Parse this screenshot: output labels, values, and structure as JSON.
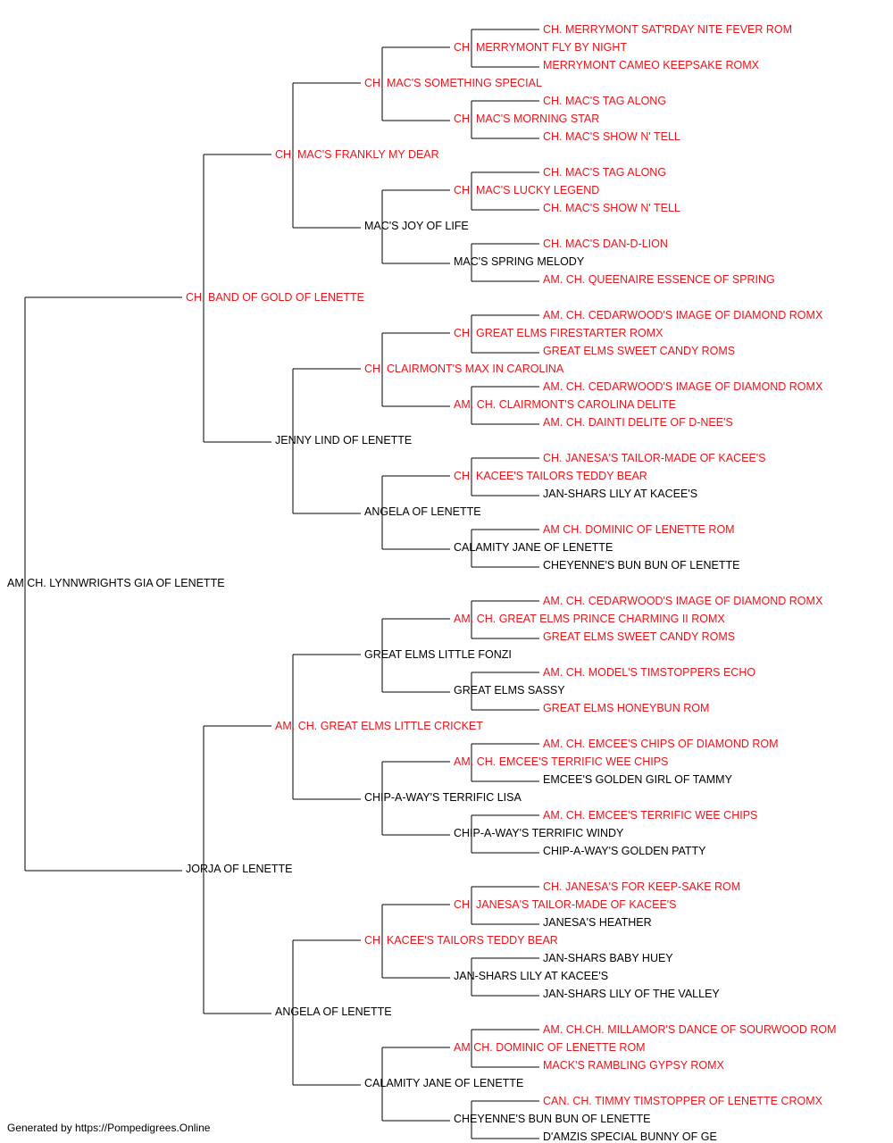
{
  "colors": {
    "champion": "#e8141b",
    "normal": "#000000",
    "line": "#000000"
  },
  "pedigree": {
    "subject": {
      "name": "AM CH. LYNNWRIGHTS GIA OF LENETTE",
      "champion": false
    },
    "sire": {
      "name": "CH. BAND OF GOLD OF LENETTE",
      "champion": true,
      "sire": {
        "name": "CH. MAC'S FRANKLY MY DEAR",
        "champion": true,
        "sire": {
          "name": "CH. MAC'S SOMETHING SPECIAL",
          "champion": true,
          "sire": {
            "name": "CH. MERRYMONT FLY BY NIGHT",
            "champion": true,
            "sire": {
              "name": "CH. MERRYMONT SAT'RDAY NITE FEVER ROM",
              "champion": true
            },
            "dam": {
              "name": "MERRYMONT CAMEO KEEPSAKE ROMX",
              "champion": true
            }
          },
          "dam": {
            "name": "CH. MAC'S MORNING STAR",
            "champion": true,
            "sire": {
              "name": "CH. MAC'S TAG ALONG",
              "champion": true
            },
            "dam": {
              "name": "CH. MAC'S SHOW N' TELL",
              "champion": true
            }
          }
        },
        "dam": {
          "name": "MAC'S JOY OF LIFE",
          "champion": false,
          "sire": {
            "name": "CH. MAC'S LUCKY LEGEND",
            "champion": true,
            "sire": {
              "name": "CH. MAC'S TAG ALONG",
              "champion": true
            },
            "dam": {
              "name": "CH. MAC'S SHOW N' TELL",
              "champion": true
            }
          },
          "dam": {
            "name": "MAC'S SPRING MELODY",
            "champion": false,
            "sire": {
              "name": "CH. MAC'S DAN-D-LION",
              "champion": true
            },
            "dam": {
              "name": "AM. CH. QUEENAIRE ESSENCE OF SPRING",
              "champion": true
            }
          }
        }
      },
      "dam": {
        "name": "JENNY LIND OF LENETTE",
        "champion": false,
        "sire": {
          "name": "CH. CLAIRMONT'S MAX IN CAROLINA",
          "champion": true,
          "sire": {
            "name": "CH. GREAT ELMS FIRESTARTER ROMX",
            "champion": true,
            "sire": {
              "name": "AM. CH. CEDARWOOD'S IMAGE OF DIAMOND ROMX",
              "champion": true
            },
            "dam": {
              "name": "GREAT ELMS SWEET CANDY ROMS",
              "champion": true
            }
          },
          "dam": {
            "name": "AM. CH. CLAIRMONT'S CAROLINA DELITE",
            "champion": true,
            "sire": {
              "name": "AM. CH. CEDARWOOD'S IMAGE OF DIAMOND ROMX",
              "champion": true
            },
            "dam": {
              "name": "AM. CH. DAINTI DELITE OF D-NEE'S",
              "champion": true
            }
          }
        },
        "dam": {
          "name": "ANGELA OF LENETTE",
          "champion": false,
          "sire": {
            "name": "CH. KACEE'S TAILORS TEDDY BEAR",
            "champion": true,
            "sire": {
              "name": "CH. JANESA'S TAILOR-MADE OF KACEE'S",
              "champion": true
            },
            "dam": {
              "name": "JAN-SHARS LILY AT KACEE'S",
              "champion": false
            }
          },
          "dam": {
            "name": "CALAMITY JANE OF LENETTE",
            "champion": false,
            "sire": {
              "name": "AM CH. DOMINIC OF LENETTE ROM",
              "champion": true
            },
            "dam": {
              "name": "CHEYENNE'S BUN BUN OF LENETTE",
              "champion": false
            }
          }
        }
      }
    },
    "dam": {
      "name": "JORJA OF LENETTE",
      "champion": false,
      "sire": {
        "name": "AM. CH. GREAT ELMS LITTLE CRICKET",
        "champion": true,
        "sire": {
          "name": "GREAT ELMS LITTLE FONZI",
          "champion": false,
          "sire": {
            "name": "AM. CH. GREAT ELMS PRINCE CHARMING II ROMX",
            "champion": true,
            "sire": {
              "name": "AM. CH. CEDARWOOD'S IMAGE OF DIAMOND ROMX",
              "champion": true
            },
            "dam": {
              "name": "GREAT ELMS SWEET CANDY ROMS",
              "champion": true
            }
          },
          "dam": {
            "name": "GREAT ELMS SASSY",
            "champion": false,
            "sire": {
              "name": "AM. CH. MODEL'S TIMSTOPPERS ECHO",
              "champion": true
            },
            "dam": {
              "name": "GREAT ELMS HONEYBUN ROM",
              "champion": true
            }
          }
        },
        "dam": {
          "name": "CHIP-A-WAY'S TERRIFIC LISA",
          "champion": false,
          "sire": {
            "name": "AM. CH. EMCEE'S TERRIFIC WEE CHIPS",
            "champion": true,
            "sire": {
              "name": "AM. CH. EMCEE'S CHIPS OF DIAMOND ROM",
              "champion": true
            },
            "dam": {
              "name": "EMCEE'S GOLDEN GIRL OF TAMMY",
              "champion": false
            }
          },
          "dam": {
            "name": "CHIP-A-WAY'S TERRIFIC WINDY",
            "champion": false,
            "sire": {
              "name": "AM. CH. EMCEE'S TERRIFIC WEE CHIPS",
              "champion": true
            },
            "dam": {
              "name": "CHIP-A-WAY'S GOLDEN PATTY",
              "champion": false
            }
          }
        }
      },
      "dam": {
        "name": "ANGELA OF LENETTE",
        "champion": false,
        "sire": {
          "name": "CH. KACEE'S TAILORS TEDDY BEAR",
          "champion": true,
          "sire": {
            "name": "CH. JANESA'S TAILOR-MADE OF KACEE'S",
            "champion": true,
            "sire": {
              "name": "CH. JANESA'S FOR KEEP-SAKE ROM",
              "champion": true
            },
            "dam": {
              "name": "JANESA'S HEATHER",
              "champion": false
            }
          },
          "dam": {
            "name": "JAN-SHARS LILY AT KACEE'S",
            "champion": false,
            "sire": {
              "name": "JAN-SHARS BABY HUEY",
              "champion": false
            },
            "dam": {
              "name": "JAN-SHARS LILY OF THE VALLEY",
              "champion": false
            }
          }
        },
        "dam": {
          "name": "CALAMITY JANE OF LENETTE",
          "champion": false,
          "sire": {
            "name": "AM CH. DOMINIC OF LENETTE ROM",
            "champion": true,
            "sire": {
              "name": "AM. CH.CH. MILLAMOR'S DANCE OF SOURWOOD ROM",
              "champion": true
            },
            "dam": {
              "name": "MACK'S RAMBLING GYPSY ROMX",
              "champion": true
            }
          },
          "dam": {
            "name": "CHEYENNE'S BUN BUN OF LENETTE",
            "champion": false,
            "sire": {
              "name": "CAN. CH. TIMMY TIMSTOPPER OF LENETTE CROMX",
              "champion": true
            },
            "dam": {
              "name": "D'AMZIS SPECIAL BUNNY OF GE",
              "champion": false
            }
          }
        }
      }
    }
  },
  "footer": {
    "text": "Generated by https://Pompedigrees.Online"
  }
}
